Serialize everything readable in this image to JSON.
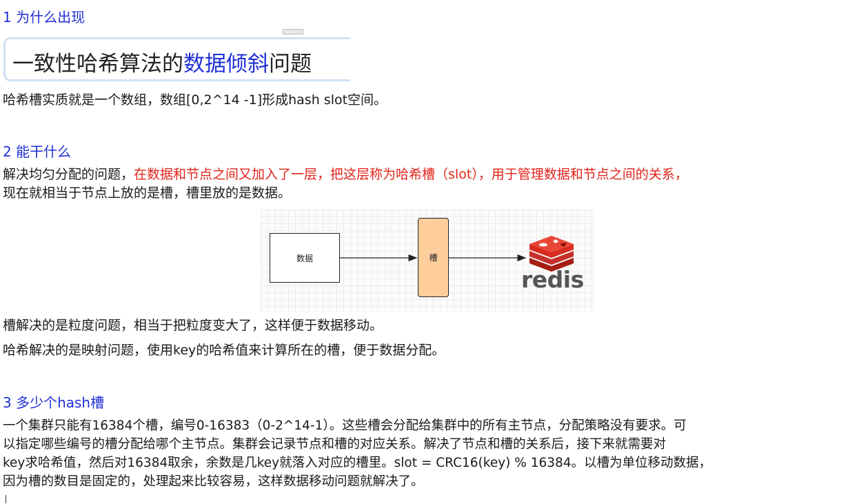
{
  "section1": {
    "heading": "1 为什么出现",
    "banner_prefix": "一致性哈希算法的",
    "banner_highlight": "数据倾斜",
    "banner_suffix": "问题",
    "paragraph": "哈希槽实质就是一个数组，数组[0,2^14 -1]形成hash slot空间。"
  },
  "section2": {
    "heading": "2 能干什么",
    "para_prefix": "解决均匀分配的问题，",
    "para_highlight": "在数据和节点之间又加入了一层，把这层称为哈希槽（slot），用于管理数据和节点之间的关系，",
    "para_line2": "现在就相当于节点上放的是槽，槽里放的是数据。",
    "diagram": {
      "data_label": "数据",
      "slot_label": "槽",
      "redis_label": "redis"
    },
    "note1": "槽解决的是粒度问题，相当于把粒度变大了，这样便于数据移动。",
    "note2": "哈希解决的是映射问题，使用key的哈希值来计算所在的槽，便于数据分配。"
  },
  "section3": {
    "heading": "3 多少个hash槽",
    "lines": [
      "一个集群只能有16384个槽，编号0-16383（0-2^14-1）。这些槽会分配给集群中的所有主节点，分配策略没有要求。可",
      "以指定哪些编号的槽分配给哪个主节点。集群会记录节点和槽的对应关系。解决了节点和槽的关系后，接下来就需要对",
      "key求哈希值，然后对16384取余，余数是几key就落入对应的槽里。slot = CRC16(key) % 16384。以槽为单位移动数据，",
      "因为槽的数目是固定的，处理起来比较容易，这样数据移动问题就解决了。"
    ]
  },
  "colors": {
    "heading": "#1f2fd6",
    "highlight_red": "#e2231a",
    "slot_fill": "#fdcd9b",
    "redis_red": "#d82c20"
  }
}
